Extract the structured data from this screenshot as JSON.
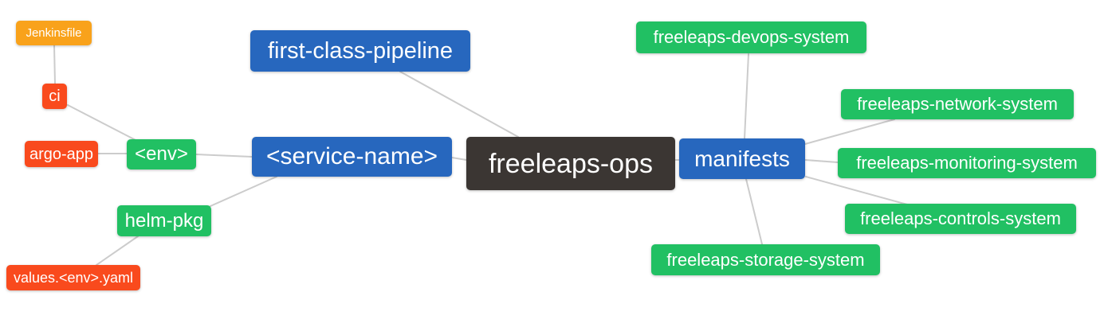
{
  "diagram": {
    "title": "freeleaps-ops mind map",
    "background_color": "#ffffff",
    "edge_color": "#cccccc",
    "text_color": "#ffffff",
    "palette": {
      "orange": "#f9a21b",
      "red": "#f94a1d",
      "green": "#21c063",
      "blue": "#2767be",
      "dark": "#3b3633"
    },
    "nodes": {
      "jenkinsfile": {
        "label": "Jenkinsfile",
        "color": "#f9a21b"
      },
      "ci": {
        "label": "ci",
        "color": "#f94a1d"
      },
      "argo_app": {
        "label": "argo-app",
        "color": "#f94a1d"
      },
      "env": {
        "label": "<env>",
        "color": "#21c063"
      },
      "service_name": {
        "label": "<service-name>",
        "color": "#2767be"
      },
      "first_class_pipeline": {
        "label": "first-class-pipeline",
        "color": "#2767be"
      },
      "helm_pkg": {
        "label": "helm-pkg",
        "color": "#21c063"
      },
      "values_env_yaml": {
        "label": "values.<env>.yaml",
        "color": "#f94a1d"
      },
      "freeleaps_ops": {
        "label": "freeleaps-ops",
        "color": "#3b3633"
      },
      "manifests": {
        "label": "manifests",
        "color": "#2767be"
      },
      "devops_system": {
        "label": "freeleaps-devops-system",
        "color": "#21c063"
      },
      "network_system": {
        "label": "freeleaps-network-system",
        "color": "#21c063"
      },
      "monitoring_system": {
        "label": "freeleaps-monitoring-system",
        "color": "#21c063"
      },
      "controls_system": {
        "label": "freeleaps-controls-system",
        "color": "#21c063"
      },
      "storage_system": {
        "label": "freeleaps-storage-system",
        "color": "#21c063"
      }
    },
    "edges": [
      {
        "from": "Jenkinsfile",
        "to": "ci"
      },
      {
        "from": "ci",
        "to": "<env>"
      },
      {
        "from": "argo-app",
        "to": "<env>"
      },
      {
        "from": "<env>",
        "to": "<service-name>"
      },
      {
        "from": "<service-name>",
        "to": "helm-pkg"
      },
      {
        "from": "helm-pkg",
        "to": "values.<env>.yaml"
      },
      {
        "from": "first-class-pipeline",
        "to": "freeleaps-ops"
      },
      {
        "from": "<service-name>",
        "to": "freeleaps-ops"
      },
      {
        "from": "freeleaps-ops",
        "to": "manifests"
      },
      {
        "from": "manifests",
        "to": "freeleaps-devops-system"
      },
      {
        "from": "manifests",
        "to": "freeleaps-network-system"
      },
      {
        "from": "manifests",
        "to": "freeleaps-monitoring-system"
      },
      {
        "from": "manifests",
        "to": "freeleaps-controls-system"
      },
      {
        "from": "manifests",
        "to": "freeleaps-storage-system"
      }
    ]
  }
}
